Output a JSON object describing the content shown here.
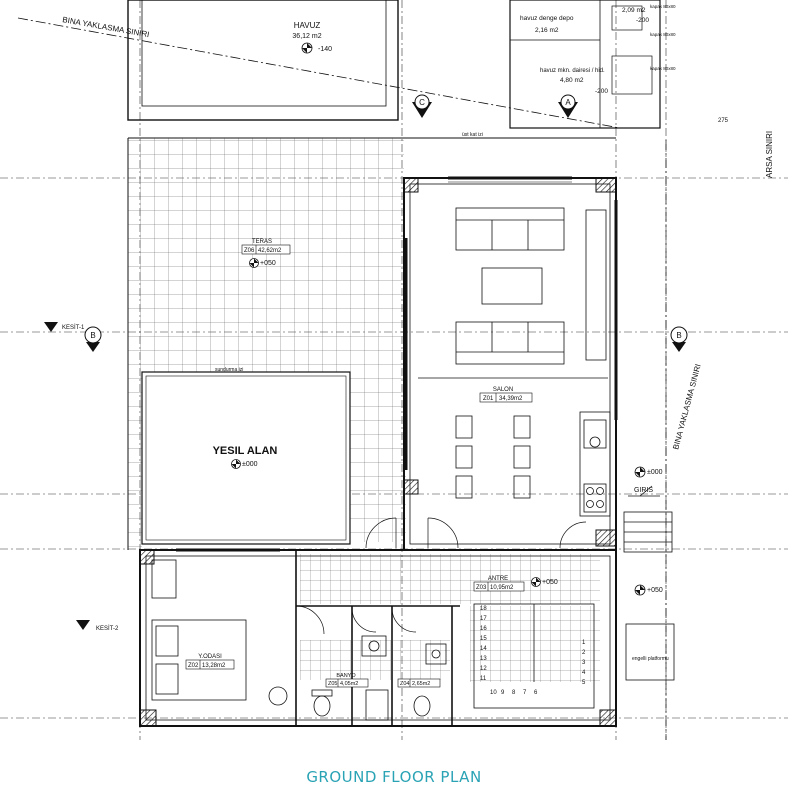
{
  "caption": "GROUND FLOOR PLAN",
  "colors": {
    "caption": "#2aa3b5",
    "line": "#111111",
    "grid": "#444444",
    "wall": "#222222"
  },
  "labels": {
    "bina_top": "BINA YAKLASMA SINIRI",
    "bina_right": "BINA YAKLASMA SINIRI",
    "arsa": "ARSA SINIRI",
    "havuz": "HAVUZ",
    "havuz_area": "36,12 m2",
    "havuz_level": "-140",
    "denge_depo": "havuz denge depo",
    "denge_area": "2,16 m2",
    "mak_dairesi": "havuz mkn. dairesi / hid.",
    "mak_area": "4,80 m2",
    "mak_level": "-200",
    "top_level": "-200",
    "top_area": "2,09 m2",
    "kapak1": "kapak 80x80",
    "kapak2": "kapak 80x80",
    "kapak3": "kapak 80x80",
    "dim_275": "275",
    "teras": "TERAS",
    "teras_code": "Z06",
    "teras_area": "42,62m2",
    "teras_level": "+050",
    "yesil": "YESIL ALAN",
    "yesil_level": "±000",
    "salon": "SALON",
    "salon_code": "Z01",
    "salon_area": "34,39m2",
    "antre": "ANTRE",
    "antre_code": "Z03",
    "antre_area": "10,95m2",
    "antre_level": "+050",
    "yodasi": "Y.ODASI",
    "yodasi_code": "Z02",
    "yodasi_area": "13,28m2",
    "banyo": "BANYO",
    "banyo_code": "Z05",
    "banyo_area": "4,05m2",
    "wc_code": "Z04",
    "wc_area": "2,65m2",
    "giris": "GIRIS",
    "giris_level": "±000",
    "outer_level": "+050",
    "kesit1": "KESİT-1",
    "kesit2": "KESİT-2",
    "section_b": "B",
    "section_c": "C",
    "section_a": "A",
    "engelli": "engelli platformu",
    "sundurma": "sundurma izi",
    "ust_kat": "üst kat izi"
  },
  "stair_steps": [
    "18",
    "17",
    "16",
    "15",
    "14",
    "13",
    "12",
    "11",
    "10",
    "9",
    "8",
    "7",
    "6",
    "5",
    "4",
    "3",
    "2",
    "1"
  ]
}
